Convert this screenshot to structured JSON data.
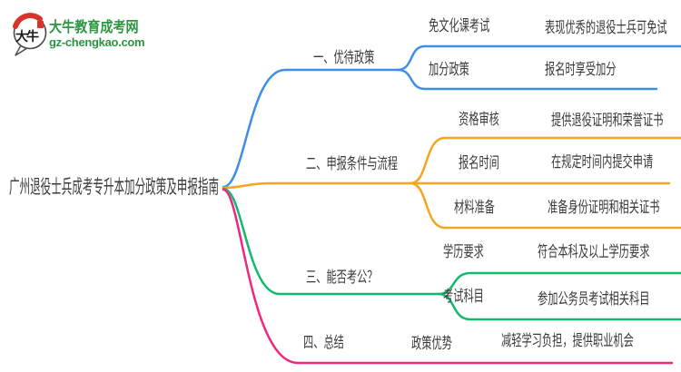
{
  "logo": {
    "icon": "daniu-speech-bubble-logo",
    "icon_text": "大牛",
    "title": "大牛教育成考网",
    "domain": "gz-chengkao.com",
    "brand_color": "#2b9640",
    "seal_color": "#d8342a"
  },
  "mindmap": {
    "root": "广州退役士兵成考专升本加分政策及申报指南",
    "text_color": "#3a3a3a",
    "branches": [
      {
        "label": "一、优待政策",
        "color": "#3e8ee9",
        "children": [
          {
            "label": "免文化课考试",
            "leaf": "表现优秀的退役士兵可免试"
          },
          {
            "label": "加分政策",
            "leaf": "报名时享受加分"
          }
        ]
      },
      {
        "label": "二、申报条件与流程",
        "color": "#f5a51f",
        "children": [
          {
            "label": "资格审核",
            "leaf": "提供退役证明和荣誉证书"
          },
          {
            "label": "报名时间",
            "leaf": "在规定时间内提交申请"
          },
          {
            "label": "材料准备",
            "leaf": "准备身份证明和相关证书"
          }
        ]
      },
      {
        "label": "三、能否考公？",
        "color": "#13b96c",
        "children": [
          {
            "label": "学历要求",
            "leaf": "符合本科及以上学历要求"
          },
          {
            "label": "考试科目",
            "leaf": "参加公务员考试相关科目"
          }
        ]
      },
      {
        "label": "四、总结",
        "color": "#f1267c",
        "children": [
          {
            "label": "政策优势",
            "leaf": "减轻学习负担，提供职业机会"
          }
        ]
      }
    ]
  }
}
